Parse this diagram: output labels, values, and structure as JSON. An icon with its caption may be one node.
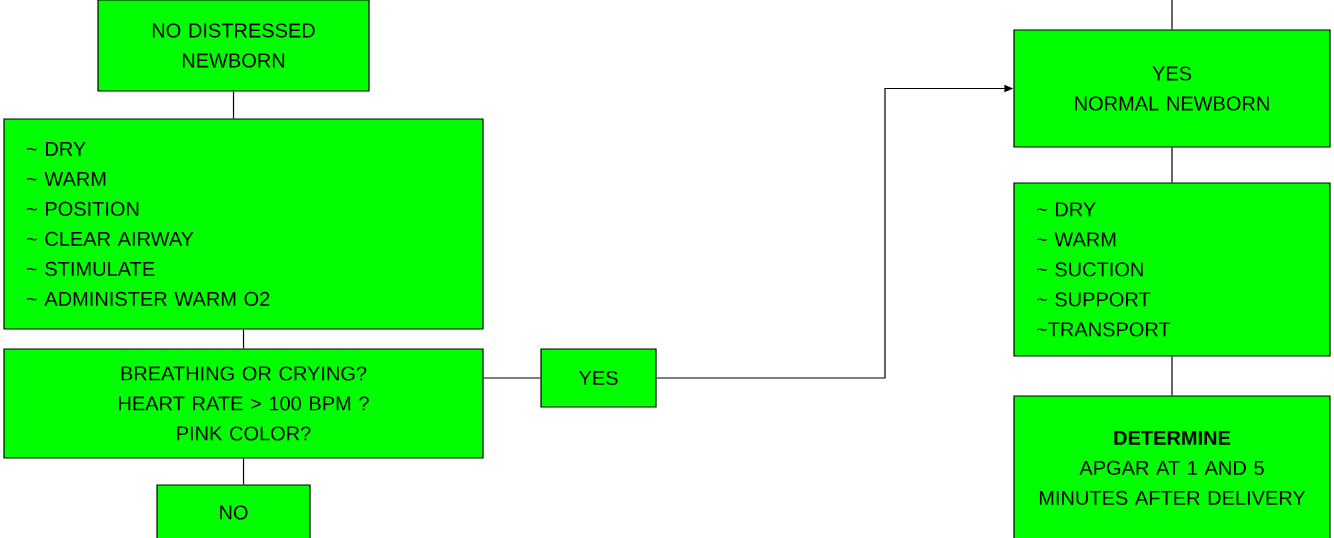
{
  "diagram": {
    "nodes": [
      {
        "text": [
          "NO DISTRESSED NEWBORN"
        ]
      },
      {
        "text": [
          "~ DRY",
          "~ WARM",
          "~ POSITION",
          "~ CLEAR AIRWAY",
          "~ STIMULATE",
          "~ ADMINISTER WARM O2"
        ]
      },
      {
        "text": [
          "BREATHING OR CRYING?",
          "HEART RATE > 100 BPM ?",
          "PINK COLOR?"
        ]
      },
      {
        "text": [
          "YES"
        ]
      },
      {
        "text": [
          "NO"
        ]
      },
      {
        "text": [
          "YES",
          "NORMAL NEWBORN"
        ]
      },
      {
        "text": [
          "~ DRY",
          "~ WARM",
          "~ SUCTION",
          "~ SUPPORT",
          "~TRANSPORT"
        ]
      },
      {
        "text": [
          "DETERMINE",
          "APGAR AT 1 AND 5 MINUTES AFTER DELIVERY"
        ]
      }
    ],
    "edges": [
      {
        "from": 0,
        "to": 1,
        "arrow": "none"
      },
      {
        "from": 1,
        "to": 2,
        "arrow": "none"
      },
      {
        "from": 2,
        "to": 3,
        "arrow": "none"
      },
      {
        "from": 3,
        "to": 5,
        "arrow": "to"
      },
      {
        "from": 2,
        "to": 4,
        "arrow": "none"
      },
      {
        "from": null,
        "to": 5,
        "arrow": "none"
      },
      {
        "from": 5,
        "to": 6,
        "arrow": "none"
      },
      {
        "from": 6,
        "to": 7,
        "arrow": "none"
      }
    ]
  }
}
